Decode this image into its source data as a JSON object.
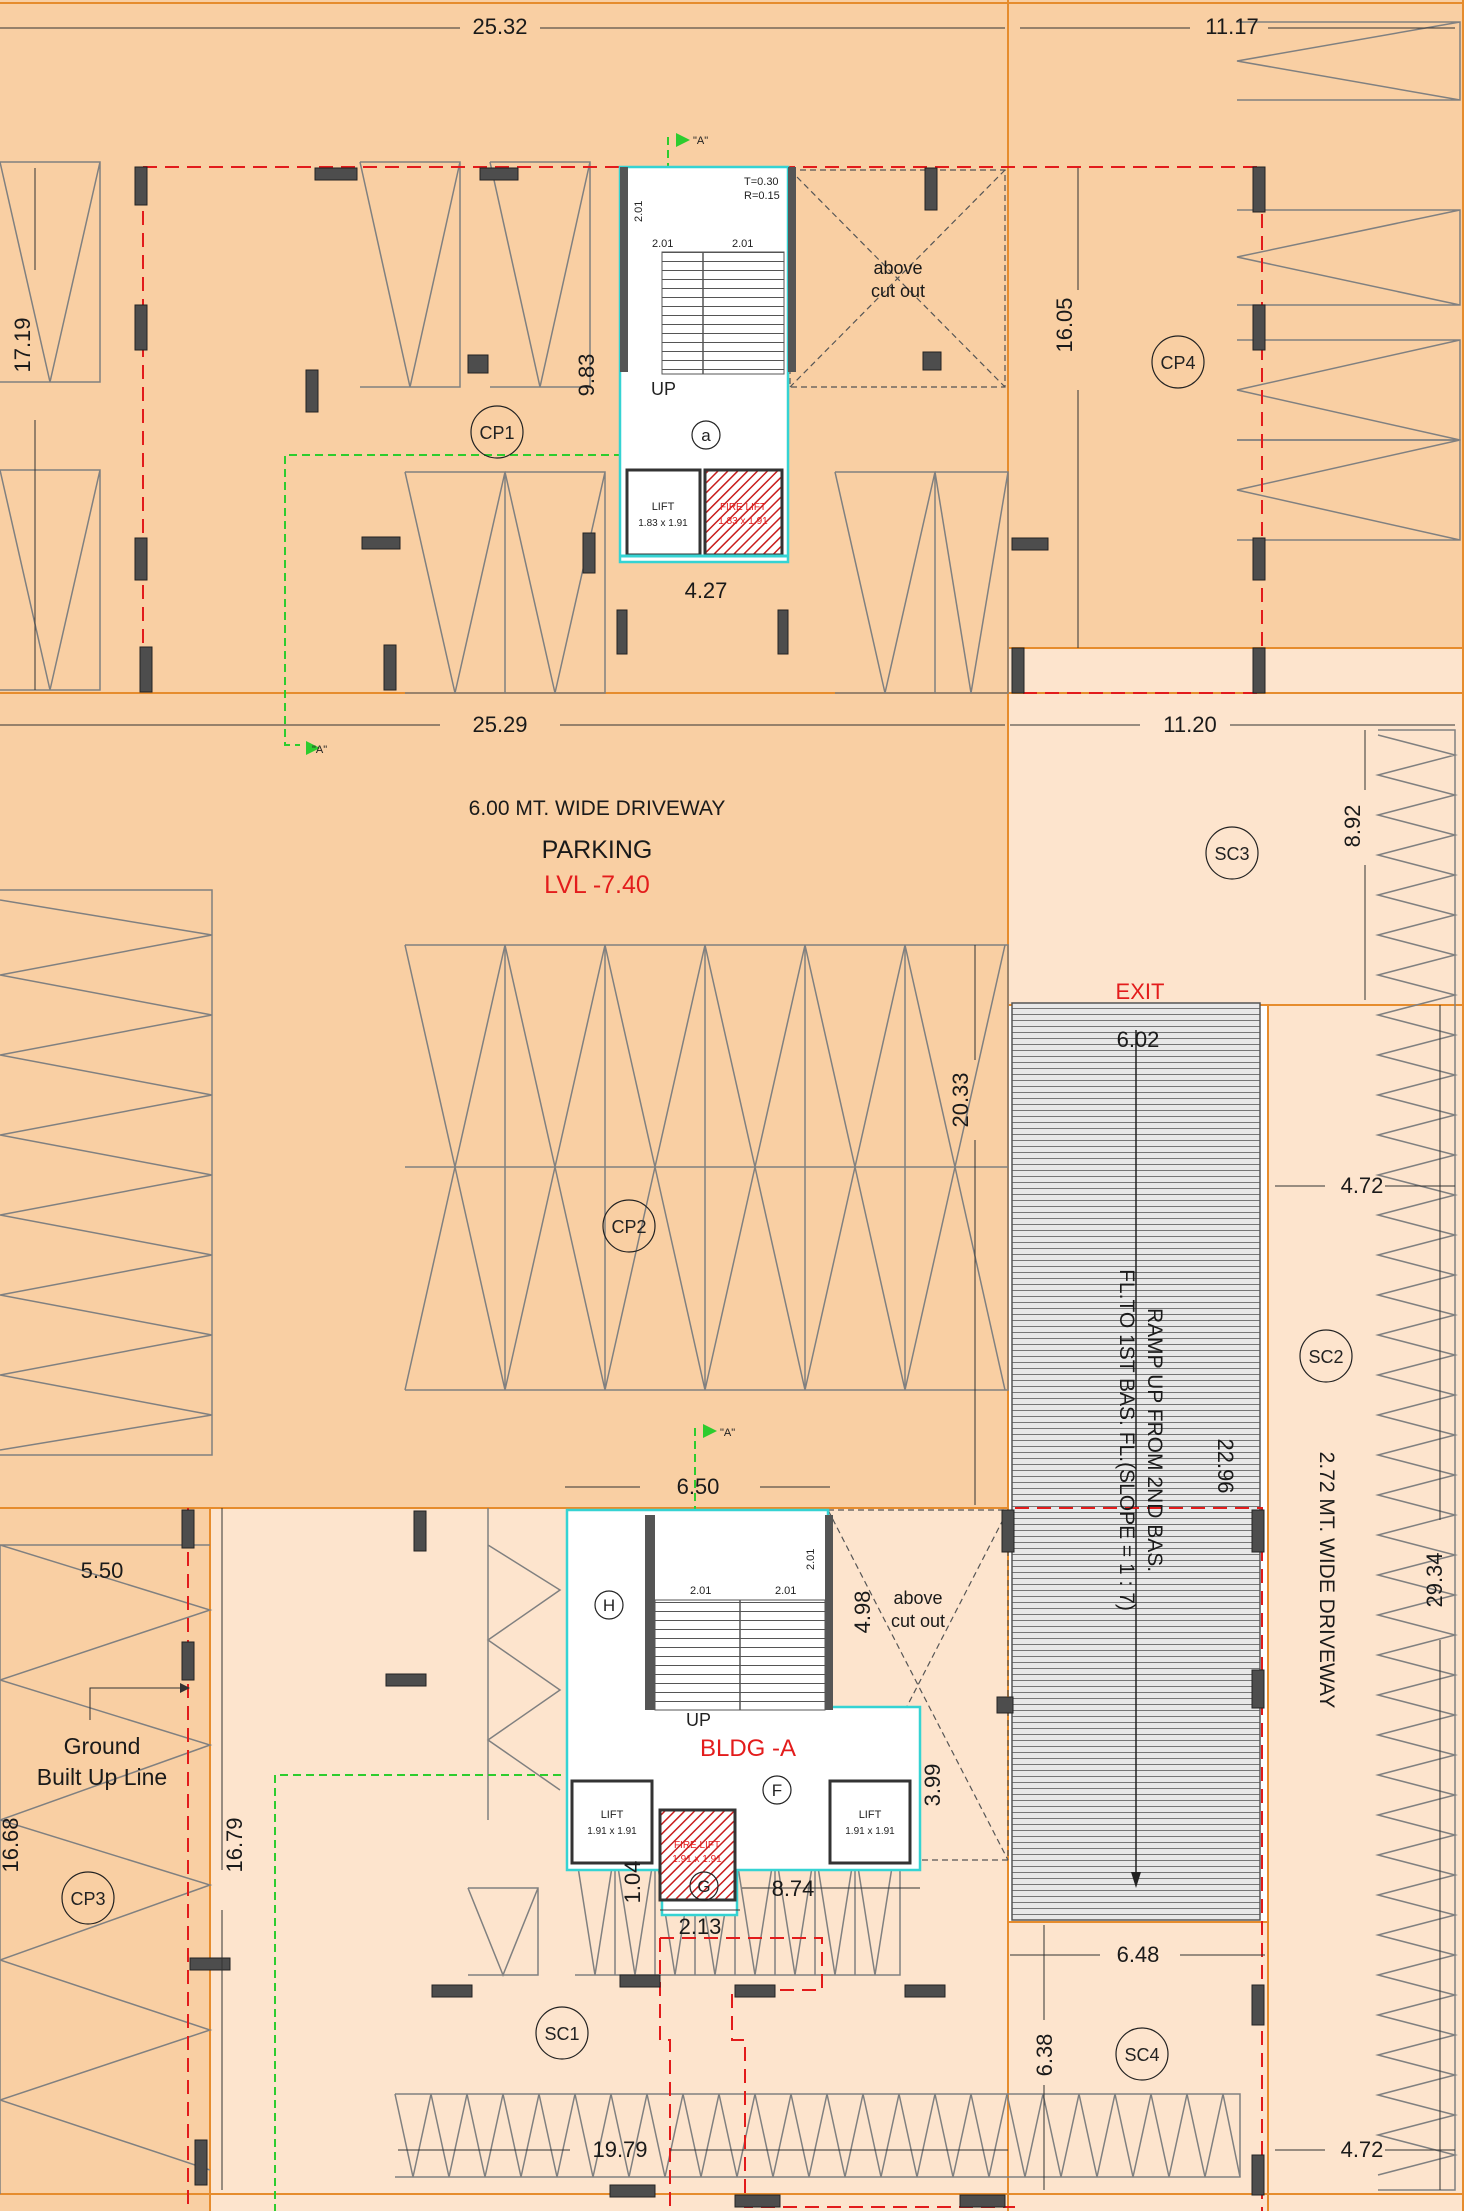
{
  "colors": {
    "parking_fill": "#f9cfa3",
    "light_fill": "#fde4cd",
    "wall": "#e68c2d",
    "core_outline": "#35d3d3",
    "column": "#4d4d4d",
    "red_dash": "#e21b1b",
    "green_path": "#2ecc2e",
    "hatch": "#c81d1d",
    "dim_text": "#1a1a1a",
    "red_text": "#e31c1c"
  },
  "dimensions": {
    "top_width_left": "25.32",
    "top_width_right": "11.17",
    "cp1_height": "17.19",
    "core_a_height": "9.83",
    "cp4_height": "16.05",
    "core_a_width": "4.27",
    "mid_width_left": "25.29",
    "mid_width_right": "11.20",
    "sc3_height": "8.92",
    "ramp_width": "6.02",
    "driveway_height": "20.33",
    "sc2_width": "4.72",
    "ramp_length": "22.96",
    "right_strip_height": "29.34",
    "core_b_width": "6.50",
    "cp3_width": "5.50",
    "cp3_height": "16.68",
    "sc1_height": "16.79",
    "cutout_b_height": "4.98",
    "core_b_lobby": "3.99",
    "core_b_span": "8.74",
    "core_b_depth": "1.04",
    "core_b_landing": "2.13",
    "sc4_width": "6.48",
    "sc4_height": "6.38",
    "bottom_width": "19.79",
    "bottom_right": "4.72"
  },
  "labels": {
    "driveway_main": "6.00 MT. WIDE DRIVEWAY",
    "parking": "PARKING",
    "level": "LVL -7.40",
    "exit": "EXIT",
    "ramp": "RAMP UP FROM 2ND BAS. FL.TO 1ST BAS. FL.(SLOPE = 1 : 7)",
    "ramp_line1": "RAMP UP FROM 2ND BAS.",
    "ramp_line2": "FL.TO 1ST BAS. FL.(SLOPE = 1 : 7)",
    "driveway_side": "2.72 MT. WIDE DRIVEWAY",
    "building": "BLDG -A",
    "ground_line_1": "Ground",
    "ground_line_2": "Built Up Line",
    "cutout_line_1": "above",
    "cutout_line_2": "cut out",
    "up": "UP",
    "stair_tread": "T=0.30",
    "stair_riser": "R=0.15",
    "stair_run": "2.01",
    "section_marker": "\"A\""
  },
  "zones": {
    "cp1": "CP1",
    "cp2": "CP2",
    "cp3": "CP3",
    "cp4": "CP4",
    "sc1": "SC1",
    "sc2": "SC2",
    "sc3": "SC3",
    "sc4": "SC4"
  },
  "core_tags": {
    "a": "a",
    "h": "H",
    "f": "F",
    "g": "G"
  },
  "lifts": {
    "label": "LIFT",
    "fire_label": "FIRE LIFT",
    "core_a_size": "1.83 x 1.91",
    "core_a_fire_size": "1.83 x 1.91",
    "core_b_size": "1.91 x 1.91",
    "core_b_fire_size": "1.91 x 1.91"
  }
}
